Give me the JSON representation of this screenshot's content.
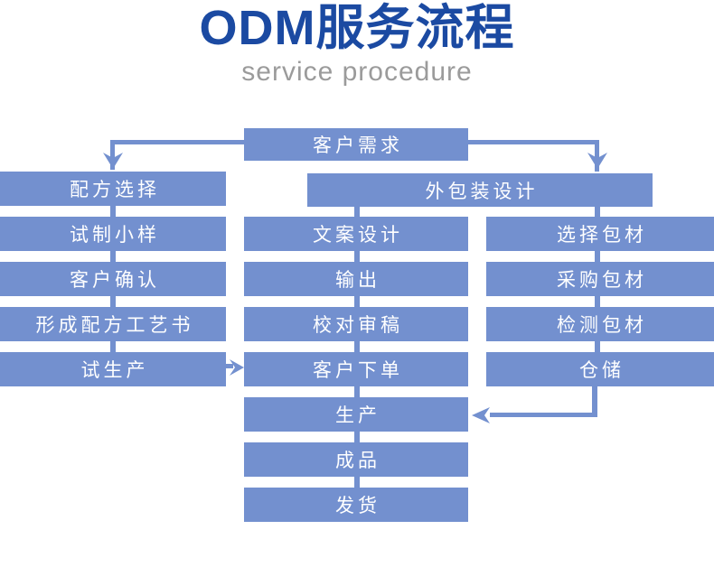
{
  "title": "ODM服务流程",
  "subtitle": "service procedure",
  "colors": {
    "box_fill": "#7390cf",
    "box_text": "#ffffff",
    "title_text": "#1b4aa2",
    "subtitle_text": "#9b9b9b",
    "background": "#ffffff"
  },
  "flow": {
    "top_box": "客户需求",
    "left_column": [
      "配方选择",
      "试制小样",
      "客户确认",
      "形成配方工艺书",
      "试生产"
    ],
    "packaging_header": "外包装设计",
    "middle_column": [
      "文案设计",
      "输出",
      "校对审稿",
      "客户下单",
      "生产",
      "成品",
      "发货"
    ],
    "right_column": [
      "选择包材",
      "采购包材",
      "检测包材",
      "仓储"
    ]
  }
}
